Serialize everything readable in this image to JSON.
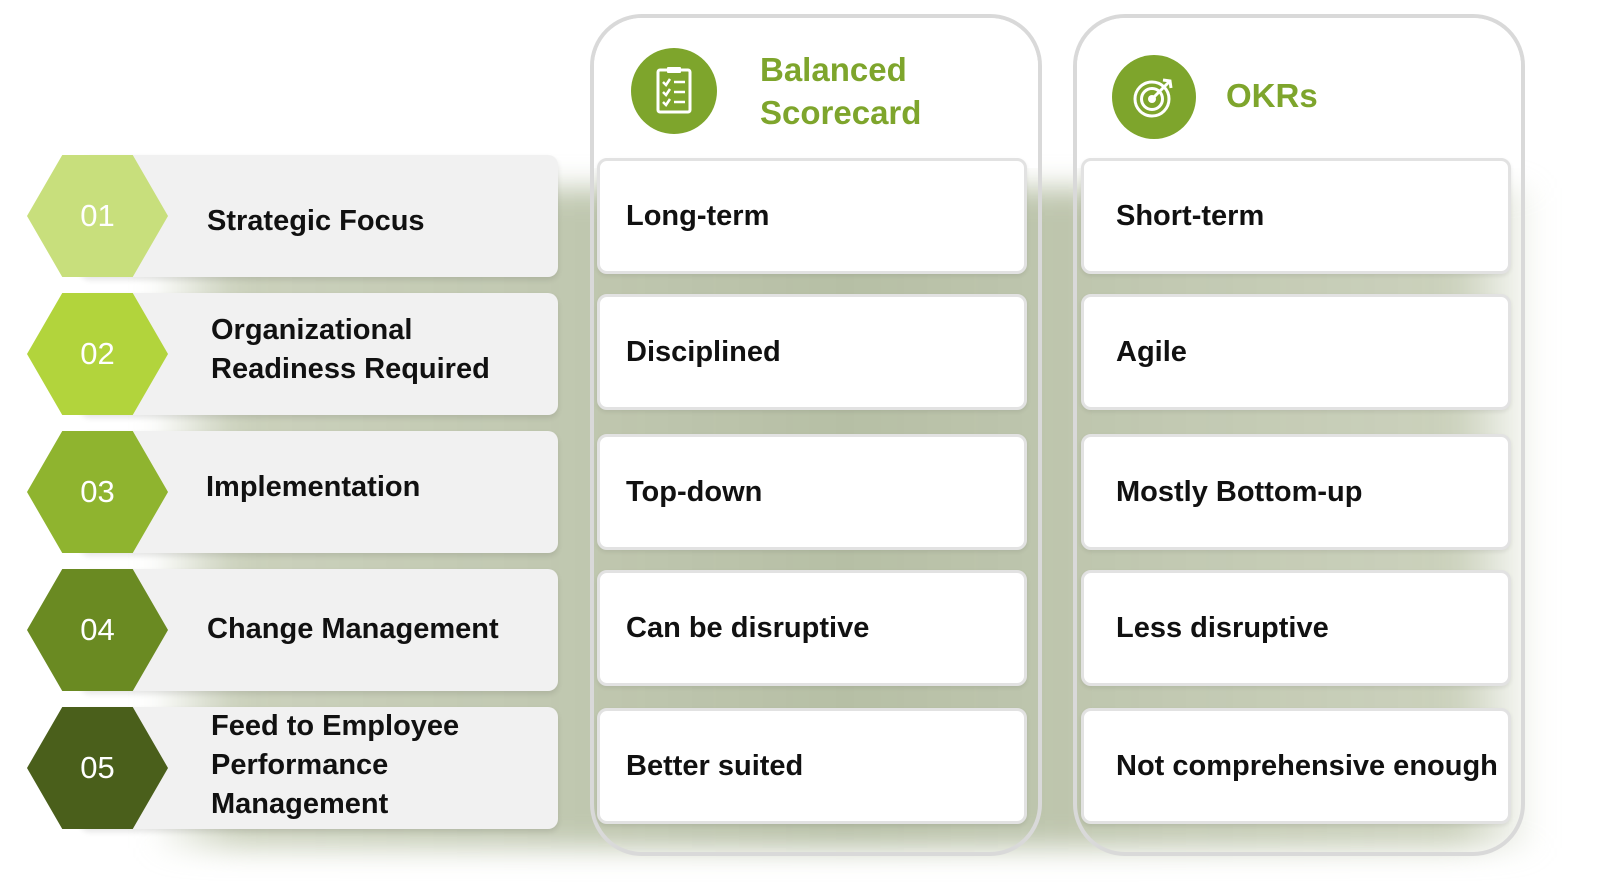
{
  "columns": {
    "bsc": {
      "title_line1": "Balanced",
      "title_line2": "Scorecard",
      "icon": "checklist-icon"
    },
    "okr": {
      "title": "OKRs",
      "icon": "target-icon"
    }
  },
  "rows": [
    {
      "num": "01",
      "label_lines": [
        "Strategic Focus"
      ],
      "bsc": "Long-term",
      "okr": "Short-term",
      "hex_color": "#c8df7c"
    },
    {
      "num": "02",
      "label_lines": [
        "Organizational",
        "Readiness Required"
      ],
      "bsc": "Disciplined",
      "okr": "Agile",
      "hex_color": "#b2d43c"
    },
    {
      "num": "03",
      "label_lines": [
        "Implementation"
      ],
      "bsc": "Top-down",
      "okr": "Mostly Bottom-up",
      "hex_color": "#8fb42f"
    },
    {
      "num": "04",
      "label_lines": [
        "Change Management"
      ],
      "bsc": "Can be disruptive",
      "okr": "Less disruptive",
      "hex_color": "#6a8a22"
    },
    {
      "num": "05",
      "label_lines": [
        "Feed to Employee",
        "Performance",
        "Management"
      ],
      "bsc": "Better suited",
      "okr": "Not comprehensive enough",
      "hex_color": "#4a5f1b"
    }
  ]
}
